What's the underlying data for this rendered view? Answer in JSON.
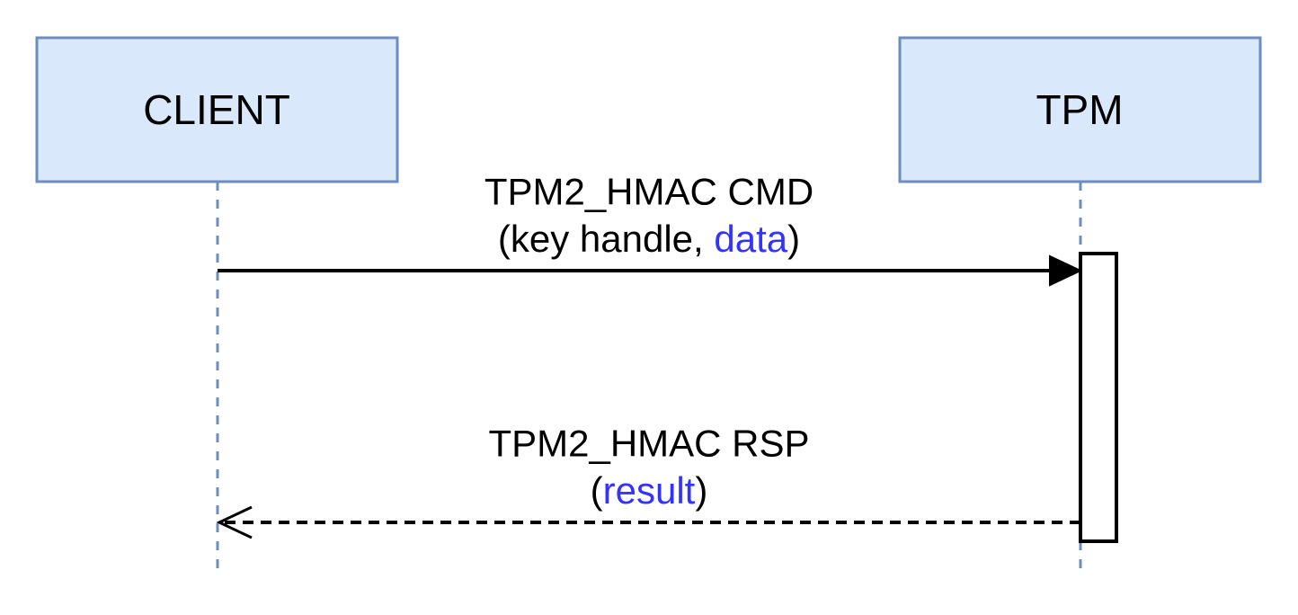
{
  "colors": {
    "actor_fill": "#dae8fc",
    "actor_stroke": "#6c8ebf",
    "lifeline": "#6c8ebf",
    "text": "#000000",
    "highlight": "#3333ff",
    "arrow": "#000000",
    "activation_fill": "#ffffff"
  },
  "actors": {
    "client": {
      "label": "CLIENT"
    },
    "tpm": {
      "label": "TPM"
    }
  },
  "messages": {
    "request": {
      "line1": "TPM2_HMAC CMD",
      "line2_open": "(key handle, ",
      "line2_param": "data",
      "line2_close": ")"
    },
    "response": {
      "line1": "TPM2_HMAC RSP",
      "line2_open": "(",
      "line2_param": "result",
      "line2_close": ")"
    }
  }
}
